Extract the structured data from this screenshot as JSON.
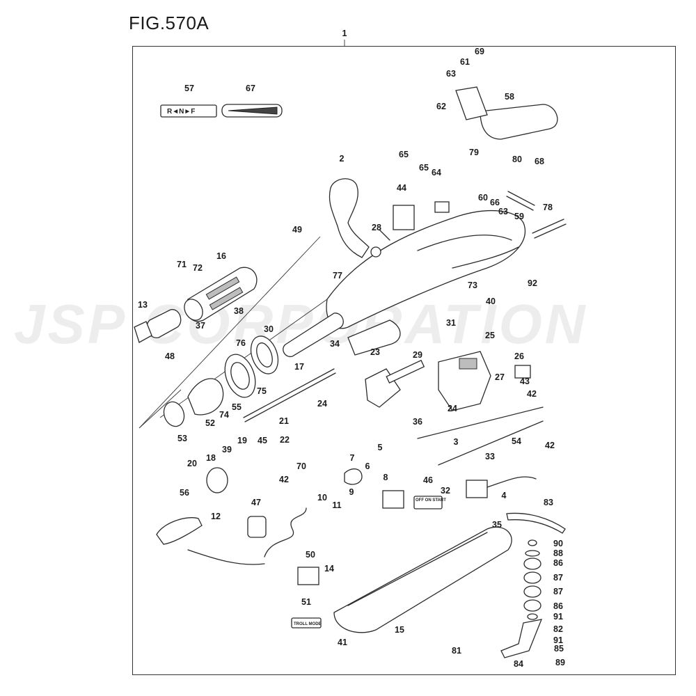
{
  "figure": {
    "title": "FIG.570A",
    "watermark": "JSP CORPORATION"
  },
  "labels": {
    "shift_decal": "R◄N►F",
    "panel_label": "OFF ON START",
    "troll_label": "TROLL MODE"
  },
  "callouts": [
    {
      "id": "c1",
      "text": "1"
    },
    {
      "id": "c2",
      "text": "2"
    },
    {
      "id": "c3",
      "text": "3"
    },
    {
      "id": "c4",
      "text": "4"
    },
    {
      "id": "c5",
      "text": "5"
    },
    {
      "id": "c6",
      "text": "6"
    },
    {
      "id": "c7",
      "text": "7"
    },
    {
      "id": "c8",
      "text": "8"
    },
    {
      "id": "c9",
      "text": "9"
    },
    {
      "id": "c10",
      "text": "10"
    },
    {
      "id": "c11",
      "text": "11"
    },
    {
      "id": "c12",
      "text": "12"
    },
    {
      "id": "c13",
      "text": "13"
    },
    {
      "id": "c14",
      "text": "14"
    },
    {
      "id": "c15",
      "text": "15"
    },
    {
      "id": "c16",
      "text": "16"
    },
    {
      "id": "c17",
      "text": "17"
    },
    {
      "id": "c18",
      "text": "18"
    },
    {
      "id": "c19",
      "text": "19"
    },
    {
      "id": "c20",
      "text": "20"
    },
    {
      "id": "c21",
      "text": "21"
    },
    {
      "id": "c22",
      "text": "22"
    },
    {
      "id": "c23",
      "text": "23"
    },
    {
      "id": "c24a",
      "text": "24"
    },
    {
      "id": "c24b",
      "text": "24"
    },
    {
      "id": "c25",
      "text": "25"
    },
    {
      "id": "c26",
      "text": "26"
    },
    {
      "id": "c27",
      "text": "27"
    },
    {
      "id": "c28",
      "text": "28"
    },
    {
      "id": "c29",
      "text": "29"
    },
    {
      "id": "c30",
      "text": "30"
    },
    {
      "id": "c31",
      "text": "31"
    },
    {
      "id": "c32",
      "text": "32"
    },
    {
      "id": "c33",
      "text": "33"
    },
    {
      "id": "c34",
      "text": "34"
    },
    {
      "id": "c35",
      "text": "35"
    },
    {
      "id": "c36",
      "text": "36"
    },
    {
      "id": "c37",
      "text": "37"
    },
    {
      "id": "c38",
      "text": "38"
    },
    {
      "id": "c39",
      "text": "39"
    },
    {
      "id": "c40",
      "text": "40"
    },
    {
      "id": "c41",
      "text": "41"
    },
    {
      "id": "c42a",
      "text": "42"
    },
    {
      "id": "c42b",
      "text": "42"
    },
    {
      "id": "c42c",
      "text": "42"
    },
    {
      "id": "c43",
      "text": "43"
    },
    {
      "id": "c44",
      "text": "44"
    },
    {
      "id": "c45",
      "text": "45"
    },
    {
      "id": "c46",
      "text": "46"
    },
    {
      "id": "c47",
      "text": "47"
    },
    {
      "id": "c48",
      "text": "48"
    },
    {
      "id": "c49",
      "text": "49"
    },
    {
      "id": "c50",
      "text": "50"
    },
    {
      "id": "c51",
      "text": "51"
    },
    {
      "id": "c52",
      "text": "52"
    },
    {
      "id": "c53",
      "text": "53"
    },
    {
      "id": "c54",
      "text": "54"
    },
    {
      "id": "c55",
      "text": "55"
    },
    {
      "id": "c56",
      "text": "56"
    },
    {
      "id": "c57",
      "text": "57"
    },
    {
      "id": "c58",
      "text": "58"
    },
    {
      "id": "c59",
      "text": "59"
    },
    {
      "id": "c60",
      "text": "60"
    },
    {
      "id": "c61",
      "text": "61"
    },
    {
      "id": "c62",
      "text": "62"
    },
    {
      "id": "c63a",
      "text": "63"
    },
    {
      "id": "c63b",
      "text": "63"
    },
    {
      "id": "c64",
      "text": "64"
    },
    {
      "id": "c65a",
      "text": "65"
    },
    {
      "id": "c65b",
      "text": "65"
    },
    {
      "id": "c66",
      "text": "66"
    },
    {
      "id": "c67",
      "text": "67"
    },
    {
      "id": "c68",
      "text": "68"
    },
    {
      "id": "c69",
      "text": "69"
    },
    {
      "id": "c70",
      "text": "70"
    },
    {
      "id": "c71",
      "text": "71"
    },
    {
      "id": "c72",
      "text": "72"
    },
    {
      "id": "c73",
      "text": "73"
    },
    {
      "id": "c74",
      "text": "74"
    },
    {
      "id": "c75",
      "text": "75"
    },
    {
      "id": "c76",
      "text": "76"
    },
    {
      "id": "c77",
      "text": "77"
    },
    {
      "id": "c78",
      "text": "78"
    },
    {
      "id": "c79",
      "text": "79"
    },
    {
      "id": "c80",
      "text": "80"
    },
    {
      "id": "c81",
      "text": "81"
    },
    {
      "id": "c82",
      "text": "82"
    },
    {
      "id": "c83",
      "text": "83"
    },
    {
      "id": "c84",
      "text": "84"
    },
    {
      "id": "c85",
      "text": "85"
    },
    {
      "id": "c86a",
      "text": "86"
    },
    {
      "id": "c86b",
      "text": "86"
    },
    {
      "id": "c87a",
      "text": "87"
    },
    {
      "id": "c87b",
      "text": "87"
    },
    {
      "id": "c88",
      "text": "88"
    },
    {
      "id": "c89",
      "text": "89"
    },
    {
      "id": "c90",
      "text": "90"
    },
    {
      "id": "c91a",
      "text": "91"
    },
    {
      "id": "c91b",
      "text": "91"
    },
    {
      "id": "c92",
      "text": "92"
    }
  ]
}
